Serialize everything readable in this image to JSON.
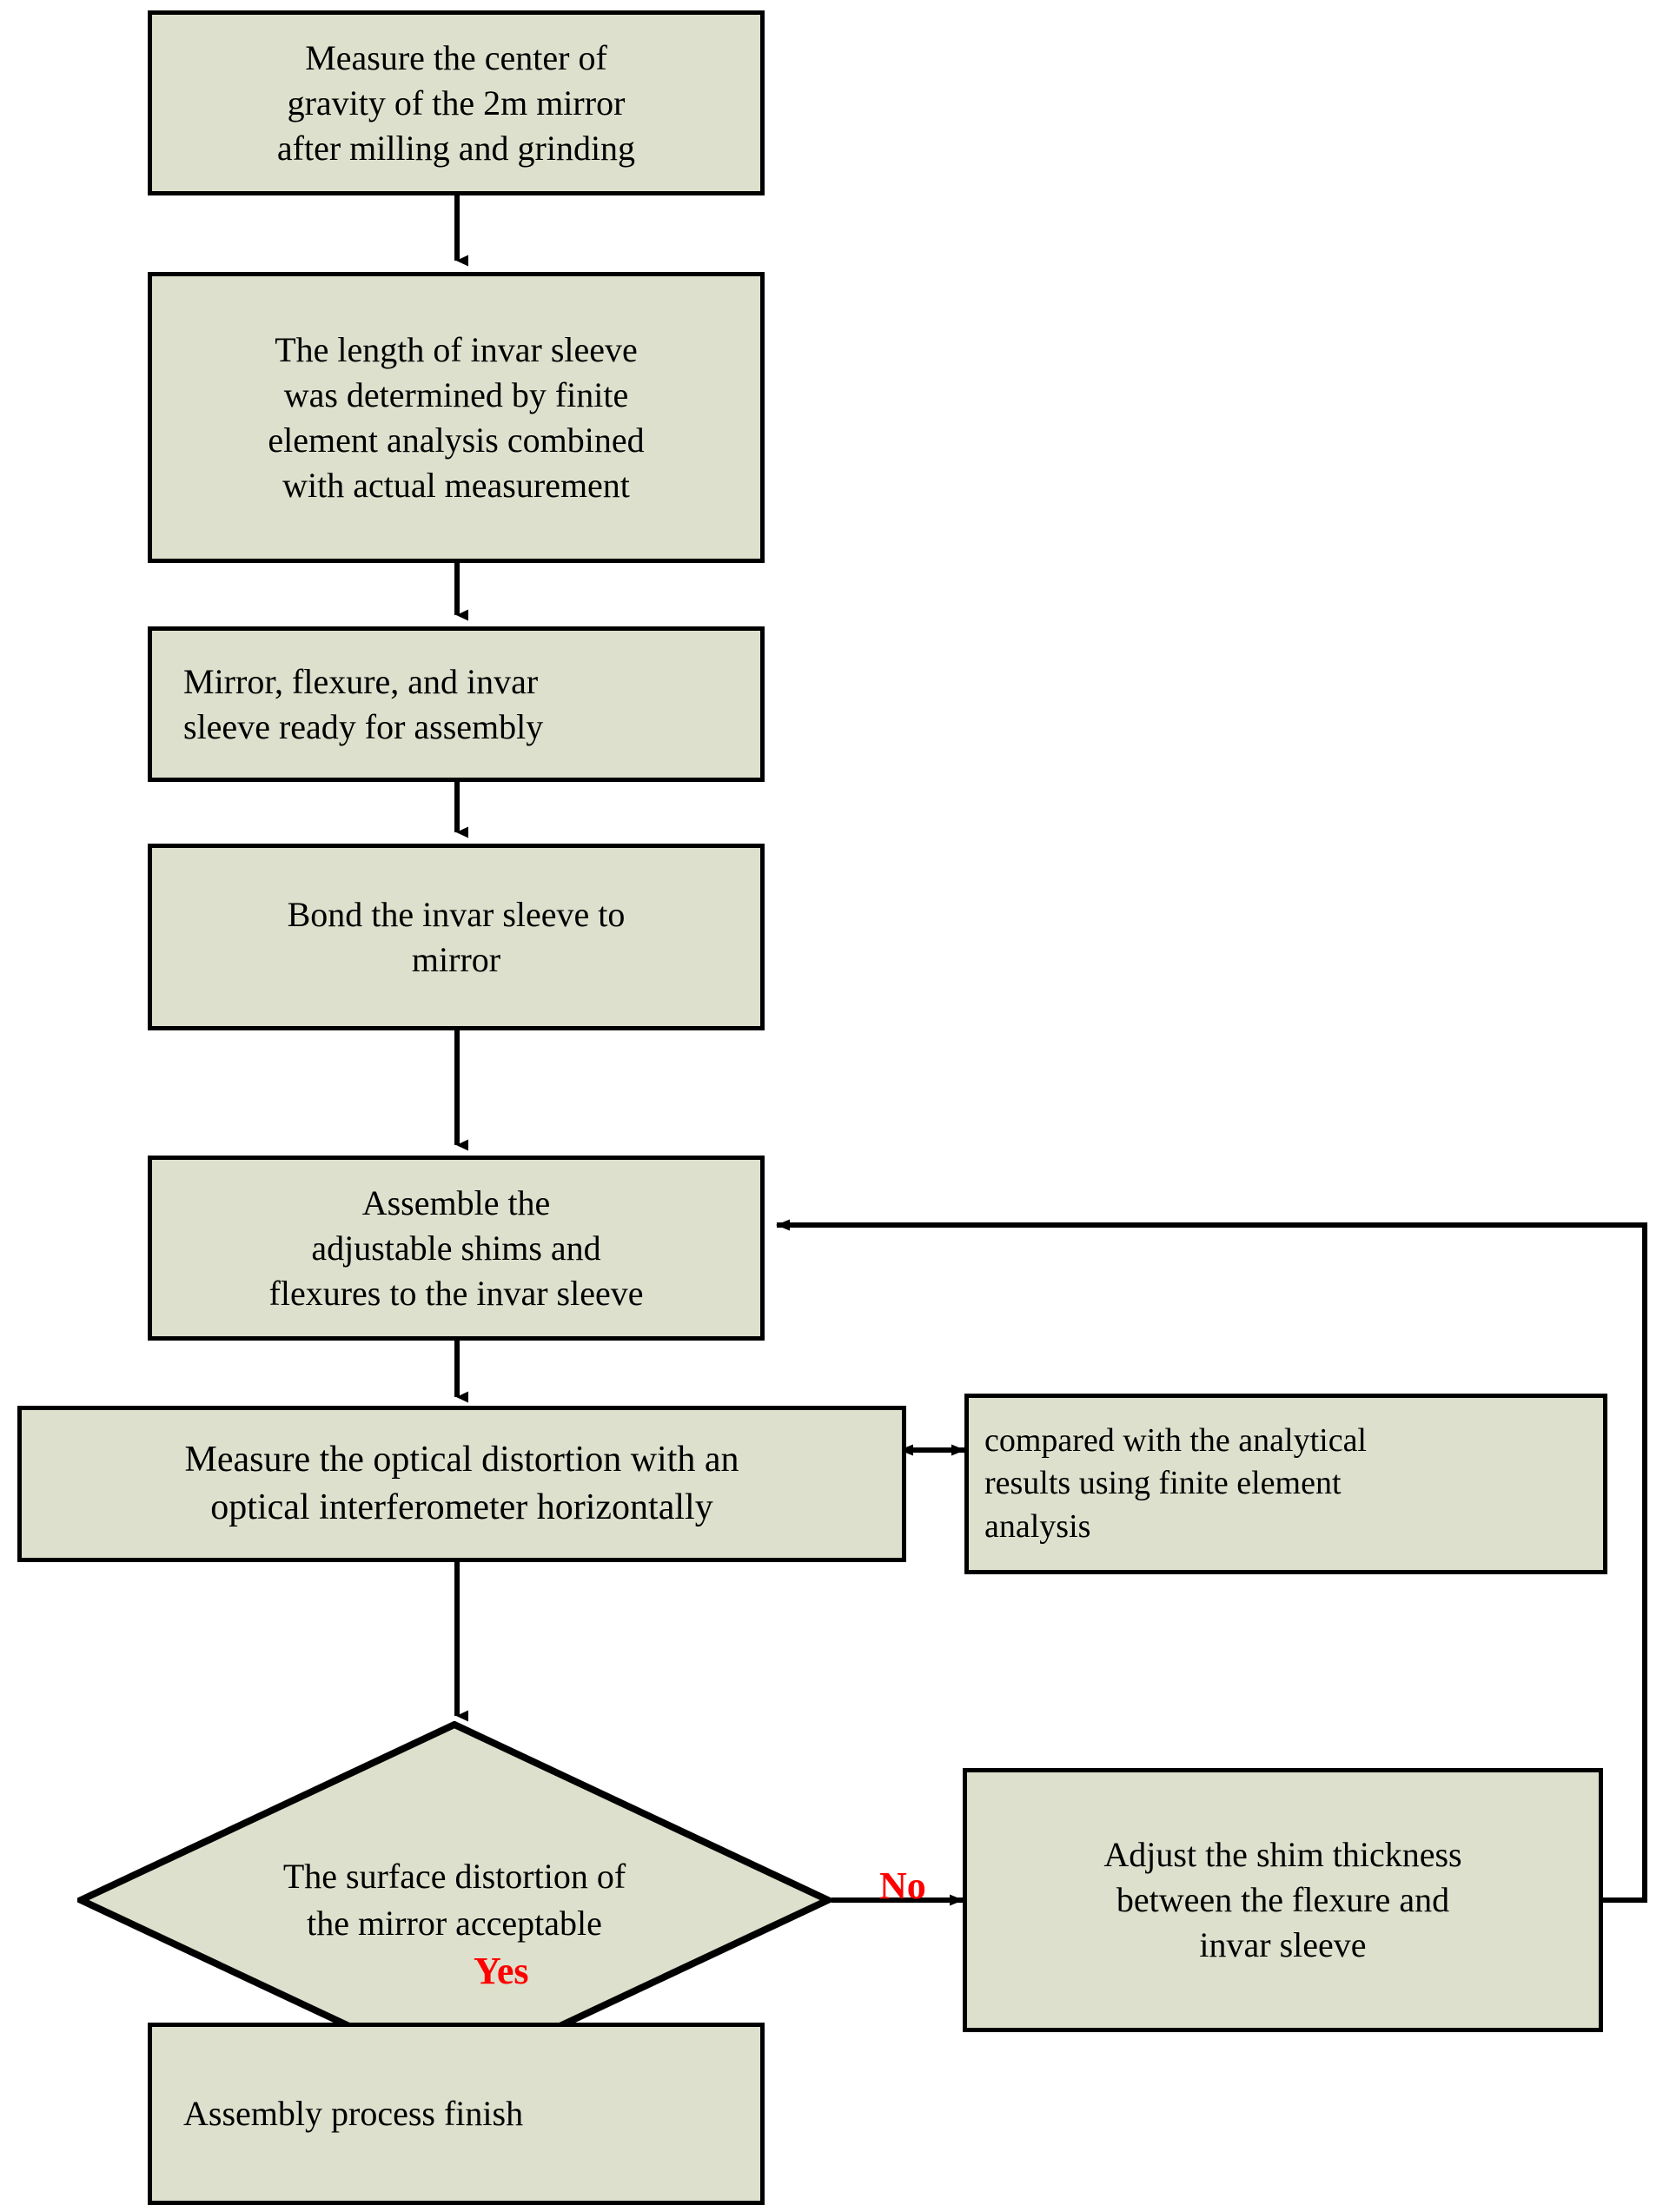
{
  "diagram": {
    "title": "Mirror assembly process flowchart",
    "type": "flowchart",
    "colors": {
      "node_fill": "#dde0cc",
      "node_stroke": "#000000",
      "connector": "#000000",
      "edge_label": "#ff0000",
      "background": "#ffffff"
    },
    "nodes": [
      {
        "id": "measure-cog",
        "shape": "process",
        "text": "Measure the center of\ngravity of the 2m mirror\nafter milling and grinding"
      },
      {
        "id": "invar-length",
        "shape": "process",
        "text": "The length of invar sleeve\nwas determined by finite\nelement analysis combined\nwith actual measurement"
      },
      {
        "id": "ready-assembly",
        "shape": "process",
        "text": "Mirror, flexure, and invar\nsleeve ready for assembly"
      },
      {
        "id": "bond-sleeve",
        "shape": "process",
        "text": "Bond the invar sleeve to\nmirror"
      },
      {
        "id": "assemble-shims",
        "shape": "process",
        "text": "Assemble the\nadjustable shims and\nflexures to the invar sleeve"
      },
      {
        "id": "measure-distortion",
        "shape": "process",
        "text": "Measure the optical distortion with an\noptical interferometer horizontally"
      },
      {
        "id": "compared-fea",
        "shape": "process",
        "text": "compared with the analytical\nresults using finite element\nanalysis"
      },
      {
        "id": "decision-acceptable",
        "shape": "decision",
        "text": "The surface distortion of\nthe mirror acceptable"
      },
      {
        "id": "adjust-shim",
        "shape": "process",
        "text": "Adjust the shim thickness\nbetween the flexure and\ninvar sleeve"
      },
      {
        "id": "finish",
        "shape": "process",
        "text": "Assembly process finish"
      }
    ],
    "edge_labels": {
      "no": "No",
      "yes": "Yes"
    }
  }
}
